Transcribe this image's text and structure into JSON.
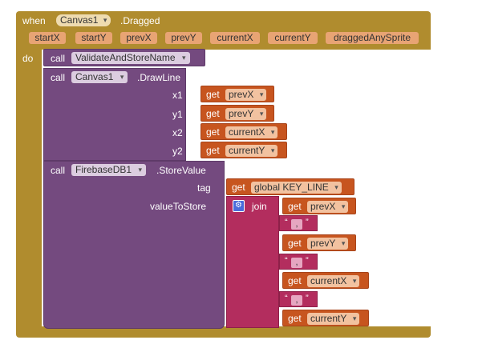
{
  "event": {
    "when": "when",
    "component": "Canvas1",
    "event_name": ".Dragged",
    "params": [
      "startX",
      "startY",
      "prevX",
      "prevY",
      "currentX",
      "currentY",
      "draggedAnySprite"
    ],
    "do": "do"
  },
  "call1": {
    "call": "call",
    "procedure": "ValidateAndStoreName"
  },
  "call2": {
    "call": "call",
    "component": "Canvas1",
    "method": ".DrawLine",
    "args": [
      {
        "label": "x1",
        "get": "get",
        "var": "prevX"
      },
      {
        "label": "y1",
        "get": "get",
        "var": "prevY"
      },
      {
        "label": "x2",
        "get": "get",
        "var": "currentX"
      },
      {
        "label": "y2",
        "get": "get",
        "var": "currentY"
      }
    ]
  },
  "call3": {
    "call": "call",
    "component": "FirebaseDB1",
    "method": ".StoreValue",
    "tag_label": "tag",
    "tag_get": "get",
    "tag_var": "global KEY_LINE",
    "value_label": "valueToStore",
    "join": "join",
    "join_items": [
      {
        "get": "get",
        "var": "prevX"
      },
      {
        "string": ","
      },
      {
        "get": "get",
        "var": "prevY"
      },
      {
        "string": ","
      },
      {
        "get": "get",
        "var": "currentX"
      },
      {
        "string": ","
      },
      {
        "get": "get",
        "var": "currentY"
      }
    ],
    "quote_open": "“",
    "quote_close": "”"
  },
  "icons": {
    "mutator": "gear-icon",
    "dropdown": "chevron-down-icon"
  }
}
